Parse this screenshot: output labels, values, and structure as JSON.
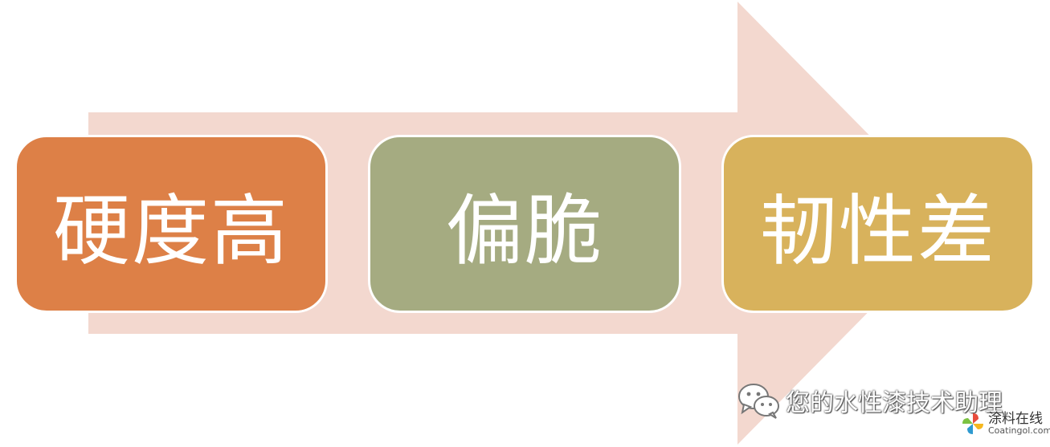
{
  "diagram": {
    "steps": [
      {
        "label": "硬度高",
        "color": "#DD8047"
      },
      {
        "label": "偏脆",
        "color": "#A5AB81"
      },
      {
        "label": "韧性差",
        "color": "#D8B25C"
      }
    ],
    "arrow_color": "#F3D8CF"
  },
  "watermark": {
    "icon": "wechat-icon",
    "text": "您的水性漆技术助理"
  },
  "logo": {
    "name_cn": "涂料在线",
    "name_en": "Coatingol.com"
  }
}
